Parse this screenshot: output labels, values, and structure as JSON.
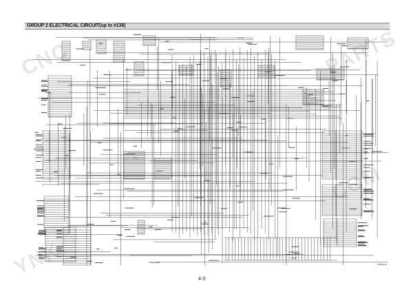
{
  "header": {
    "title": "GROUP  2  ELECTRICAL CIRCUIT(up to #138)"
  },
  "footer": {
    "page_number": "4-3",
    "drawing_code": "180500-04"
  },
  "colors": {
    "line": "#333333",
    "header_bg": "#d9d9d9",
    "watermark": "#e6e6e6"
  }
}
